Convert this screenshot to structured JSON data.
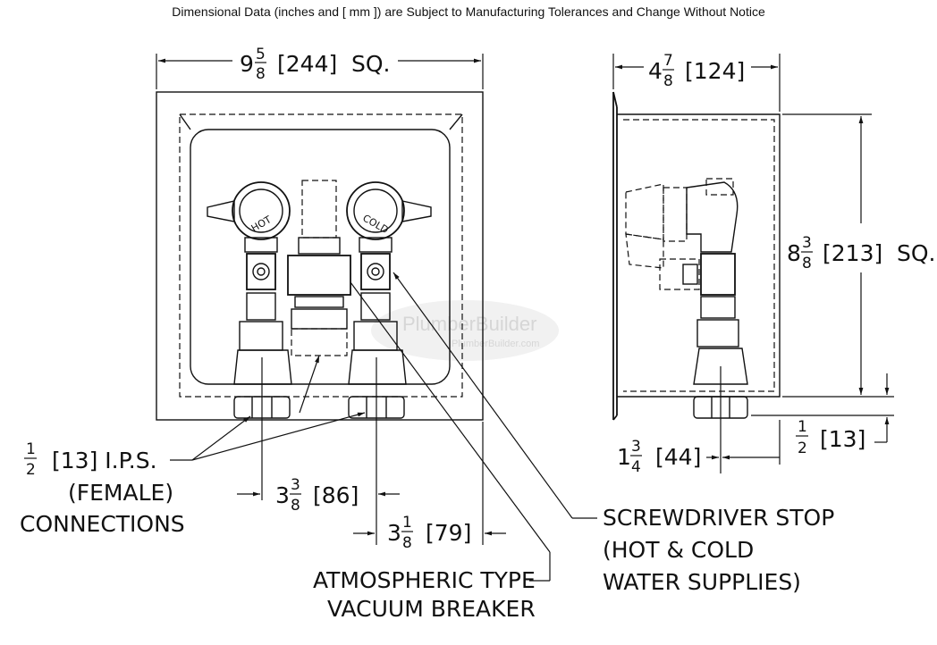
{
  "notice": "Dimensional Data (inches and [ mm ]) are Subject to Manufacturing Tolerances and Change Without Notice",
  "watermark": {
    "line1": "PlumberBuilder",
    "line2": "PlumberBuilder.com"
  },
  "front": {
    "width": {
      "whole": "9",
      "num": "5",
      "den": "8",
      "mm": "[244]",
      "suffix": "SQ."
    },
    "left_offset": {
      "whole": "3",
      "num": "3",
      "den": "8",
      "mm": "[86]"
    },
    "right_offset": {
      "whole": "3",
      "num": "1",
      "den": "8",
      "mm": "[79]"
    },
    "valve_labels": {
      "hot": "HOT",
      "cold": "COLD"
    }
  },
  "side": {
    "depth": {
      "whole": "4",
      "num": "7",
      "den": "8",
      "mm": "[124]"
    },
    "height": {
      "whole": "8",
      "num": "3",
      "den": "8",
      "mm": "[213]",
      "suffix": "SQ."
    },
    "bottom_offset": {
      "num": "1",
      "den": "2",
      "mm": "[13]"
    },
    "outlet_depth": {
      "whole": "1",
      "num": "3",
      "den": "4",
      "mm": "[44]"
    }
  },
  "callouts": {
    "connections": {
      "num": "1",
      "den": "2",
      "line1": "[13] I.P.S.",
      "line2": "(FEMALE)",
      "line3": "CONNECTIONS"
    },
    "vacuum_breaker": {
      "line1": "ATMOSPHERIC TYPE",
      "line2": "VACUUM BREAKER"
    },
    "screwdriver_stop": {
      "line1": "SCREWDRIVER STOP",
      "line2": "(HOT & COLD",
      "line3": "WATER SUPPLIES)"
    }
  }
}
